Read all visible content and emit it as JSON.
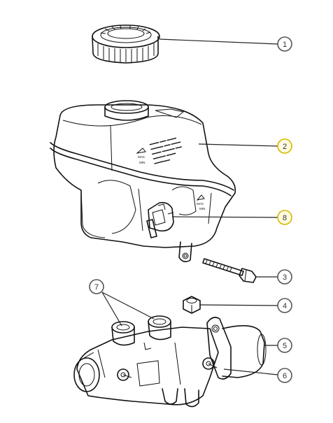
{
  "diagram": {
    "callouts": [
      {
        "label": "1",
        "highlight": false
      },
      {
        "label": "2",
        "highlight": true
      },
      {
        "label": "8",
        "highlight": true
      },
      {
        "label": "3",
        "highlight": false
      },
      {
        "label": "4",
        "highlight": false
      },
      {
        "label": "5",
        "highlight": false
      },
      {
        "label": "6",
        "highlight": false
      },
      {
        "label": "7",
        "highlight": false
      }
    ],
    "reservoir_markings": {
      "max_left": "MAX",
      "min_left": "MIN",
      "max_right": "MAX",
      "min_right": "MIN"
    },
    "colors": {
      "highlight_stroke": "#d4b800",
      "highlight_fill": "#fffbe0",
      "normal_stroke": "#555555",
      "normal_fill": "#ffffff"
    }
  }
}
